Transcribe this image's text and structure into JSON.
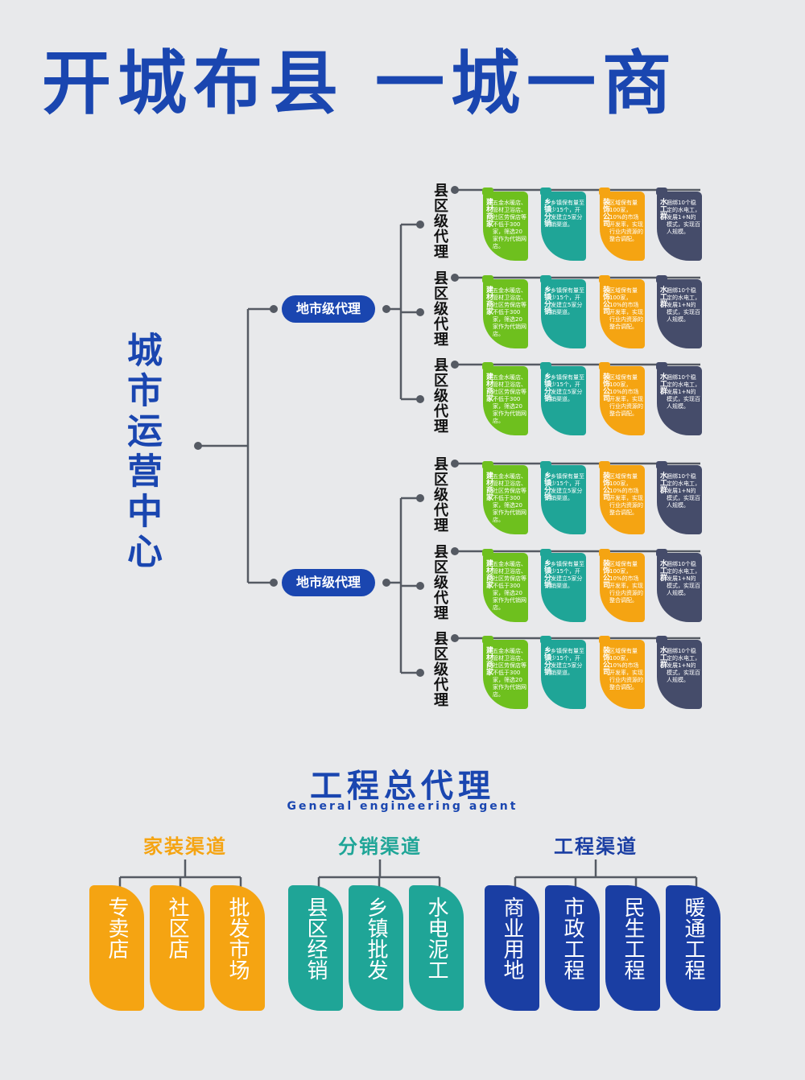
{
  "title": "开城布县 一城一商",
  "root": "城市运营中心",
  "city_agents": [
    {
      "label": "地市级代理",
      "counties": [
        "县区级代理",
        "县区级代理",
        "县区级代理"
      ]
    },
    {
      "label": "地市级代理",
      "counties": [
        "县区级代理",
        "县区级代理",
        "县区级代理"
      ]
    }
  ],
  "cards": [
    {
      "label": "建材商家",
      "desc": "五金水暖店、管材卫浴店、社区劳保店等不低于300家，筛选20家作为代销网店。",
      "color": "#6ec01e"
    },
    {
      "label": "乡镇分销",
      "desc": "乡镇保有量至少15个，开发建立5家分销渠道。",
      "color": "#1fa597"
    },
    {
      "label": "装饰公司",
      "desc": "区域保有量100家，10%的市场开发率，实现行业内资源的整合调配。",
      "color": "#f5a412"
    },
    {
      "label": "水工群",
      "desc": "捆绑10个稳定的水电工，发展1+N的模式，实现百人规模。",
      "color": "#454c6a"
    }
  ],
  "bottom": {
    "title": "工程总代理",
    "subtitle": "General engineering agent",
    "channels": [
      {
        "title": "家装渠道",
        "color": "#f5a412",
        "items": [
          "专卖店",
          "社区店",
          "批发市场"
        ]
      },
      {
        "title": "分销渠道",
        "color": "#1fa597",
        "items": [
          "县区经销",
          "乡镇批发",
          "水电泥工"
        ]
      },
      {
        "title": "工程渠道",
        "color": "#1a3ea3",
        "items": [
          "商业用地",
          "市政工程",
          "民生工程",
          "暖通工程"
        ]
      }
    ]
  },
  "colors": {
    "primary": "#1a46b0",
    "line": "#555a63",
    "background": "#e8e9eb"
  }
}
